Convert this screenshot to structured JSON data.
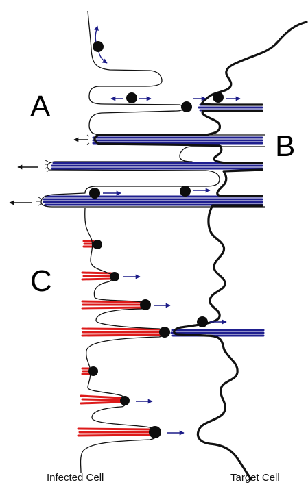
{
  "labels": {
    "a": "A",
    "b": "B",
    "c": "C",
    "infected_cell": "Infected Cell",
    "target_cell": "Target Cell"
  },
  "colors": {
    "membrane": "#111111",
    "blue_filament": "#1f1f8f",
    "red_filament": "#dd1a1a",
    "particle": "#0d0d0d",
    "arrow_blue": "#1c1c88",
    "arrow_black": "#111111",
    "background": "#ffffff"
  },
  "icons": [
    "virus-particle",
    "direction-arrow"
  ]
}
